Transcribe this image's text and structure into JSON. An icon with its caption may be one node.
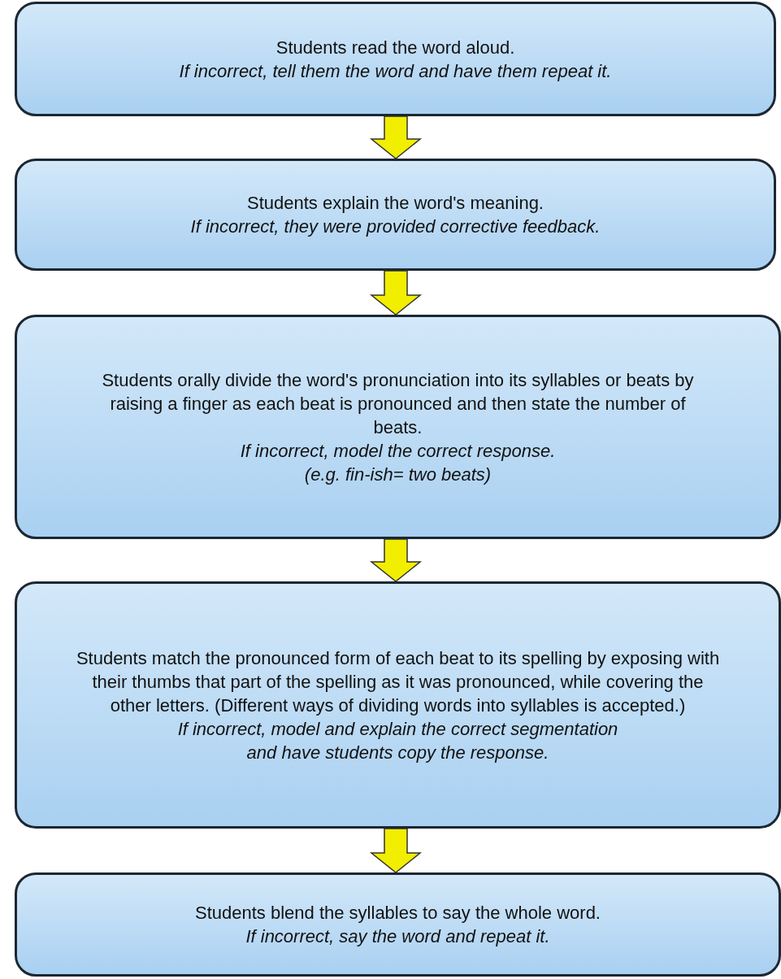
{
  "diagram": {
    "nodes": [
      {
        "text": [
          "Students read the word aloud.",
          "If incorrect, tell them the word and have them repeat it."
        ]
      },
      {
        "text": [
          "Students explain the word's meaning.",
          "If incorrect, they were provided corrective feedback."
        ]
      },
      {
        "text": [
          "Students orally divide the word's pronunciation into its syllables or beats by raising a finger as each beat is pronounced and then state the number of beats.",
          "If incorrect, model the correct response.",
          "(e.g. fin-ish= two beats)"
        ]
      },
      {
        "text": [
          "Students match the pronounced form of each beat to its spelling by exposing with their thumbs that part of the spelling as it was pronounced, while covering the other letters. (Different ways of dividing words into syllables is accepted.)",
          "If incorrect, model and explain the correct segmentation and have students copy the response."
        ]
      },
      {
        "text": [
          "Students blend the syllables to say the whole word.",
          "If incorrect, say the word and repeat it."
        ]
      }
    ],
    "edges": [
      {
        "from": 0,
        "to": 1,
        "arrow": "to"
      },
      {
        "from": 1,
        "to": 2,
        "arrow": "to"
      },
      {
        "from": 2,
        "to": 3,
        "arrow": "to"
      },
      {
        "from": 3,
        "to": 4,
        "arrow": "to"
      }
    ]
  }
}
